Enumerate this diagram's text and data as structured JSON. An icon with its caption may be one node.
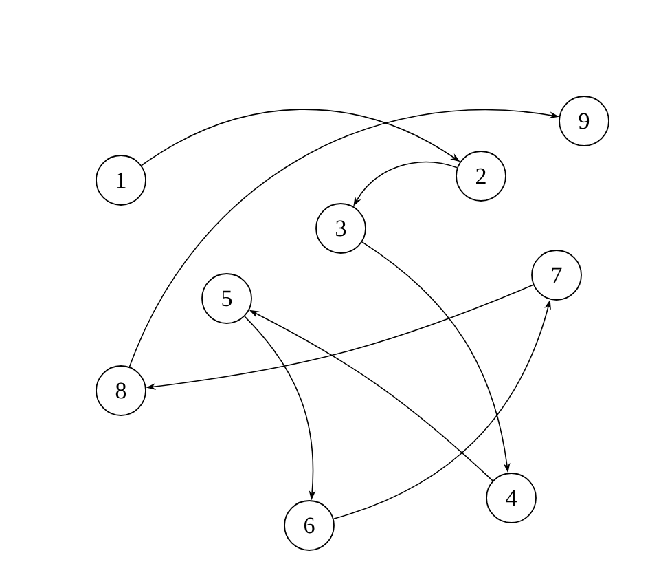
{
  "diagram": {
    "nodes": [
      {
        "text": [
          "1"
        ]
      },
      {
        "text": [
          "9"
        ]
      },
      {
        "text": [
          "2"
        ]
      },
      {
        "text": [
          "3"
        ]
      },
      {
        "text": [
          "7"
        ]
      },
      {
        "text": [
          "5"
        ]
      },
      {
        "text": [
          "8"
        ]
      },
      {
        "text": [
          "4"
        ]
      },
      {
        "text": [
          "6"
        ]
      }
    ],
    "edges": [
      {
        "from": 0,
        "to": 2,
        "arrow": "to"
      },
      {
        "from": 6,
        "to": 1,
        "arrow": "to"
      },
      {
        "from": 2,
        "to": 3,
        "arrow": "to"
      },
      {
        "from": 3,
        "to": 7,
        "arrow": "to"
      },
      {
        "from": 7,
        "to": 5,
        "arrow": "to"
      },
      {
        "from": 5,
        "to": 8,
        "arrow": "to"
      },
      {
        "from": 8,
        "to": 4,
        "arrow": "to"
      },
      {
        "from": 4,
        "to": 6,
        "arrow": "to"
      }
    ]
  }
}
